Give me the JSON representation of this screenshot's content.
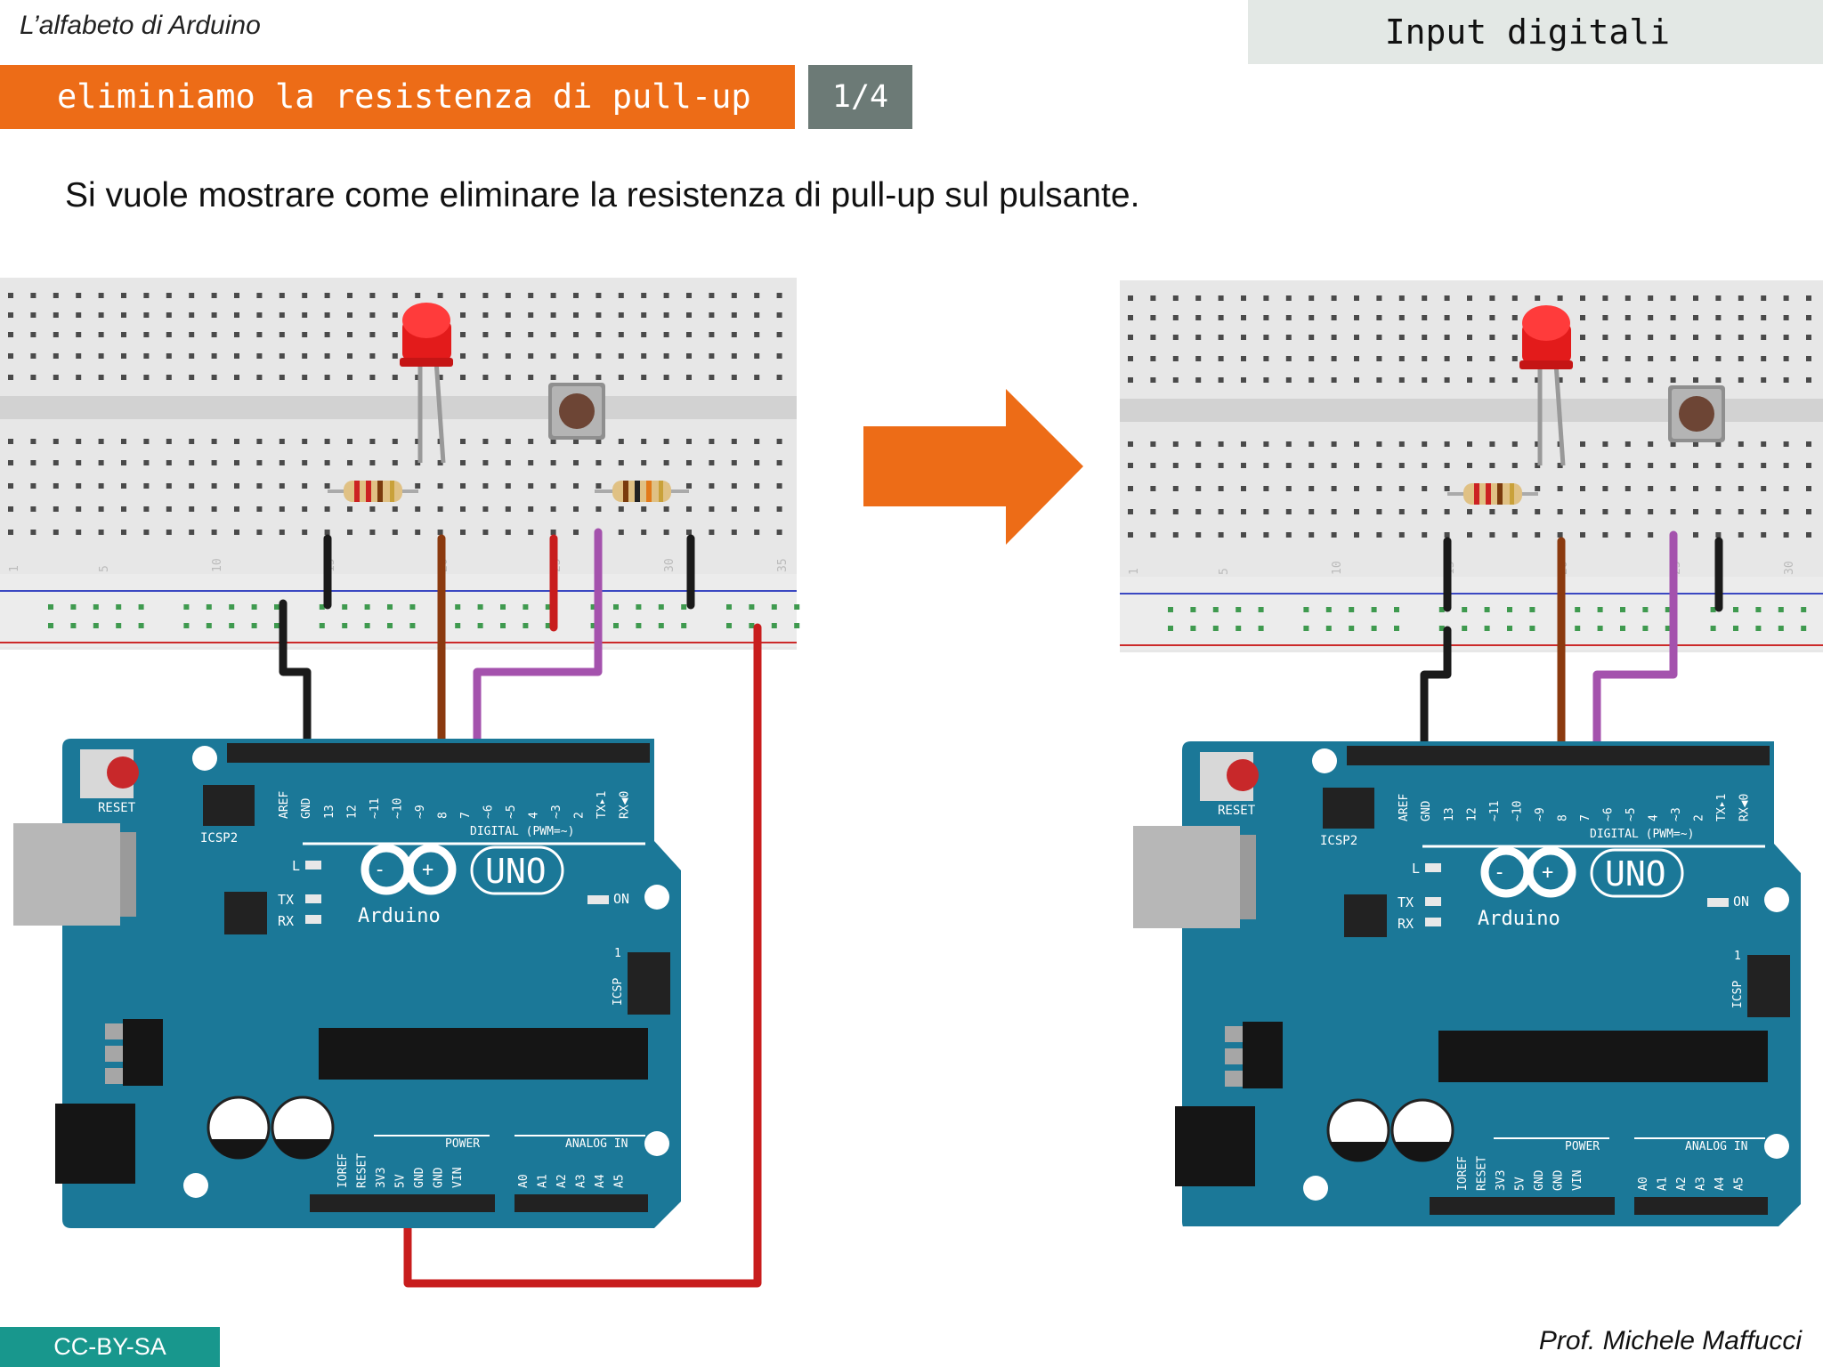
{
  "header": {
    "series_title": "L’alfabeto di Arduino",
    "topic": "Input digitali",
    "slide_title": "eliminiamo la resistenza di pull-up",
    "page": "1/4"
  },
  "lead_text": "Si vuole mostrare come eliminare la resistenza di pull-up sul pulsante.",
  "board": {
    "reset": "RESET",
    "icsp2": "ICSP2",
    "aref": "AREF",
    "gnd": "GND",
    "pins": [
      "13",
      "12",
      "~11",
      "~10",
      "~9",
      "8",
      "7",
      "~6",
      "~5",
      "4",
      "~3",
      "2",
      "TX▸1",
      "RX◀0"
    ],
    "digital": "DIGITAL (PWM=~)",
    "led_l": "L",
    "tx": "TX",
    "rx": "RX",
    "uno": "UNO",
    "brand": "Arduino",
    "on": "ON",
    "icsp": "ICSP",
    "icsp_pin1": "1",
    "power": "POWER",
    "analog": "ANALOG IN",
    "power_pins": [
      "IOREF",
      "RESET",
      "3V3",
      "5V",
      "GND",
      "GND",
      "VIN"
    ],
    "analog_pins": [
      "A0",
      "A1",
      "A2",
      "A3",
      "A4",
      "A5"
    ]
  },
  "breadboard": {
    "left_numbers": [
      "1",
      "5",
      "10",
      "15",
      "20",
      "25",
      "30",
      "35"
    ],
    "right_numbers": [
      "1",
      "5",
      "10",
      "15",
      "20",
      "25",
      "30"
    ]
  },
  "colors": {
    "accent": "#ed6c17",
    "page_box": "#6c7a76",
    "topic_box": "#e3e8e5",
    "license_box": "#18978d",
    "arduino_blue": "#1b7898",
    "wire_black": "#1a1a1a",
    "wire_brown": "#8b3a0f",
    "wire_red": "#c81d1d",
    "wire_purple": "#a452ad"
  },
  "icons": [
    "arrow-right-icon",
    "led-icon",
    "pushbutton-icon",
    "resistor-icon",
    "usb-port-icon",
    "barrel-jack-icon"
  ],
  "footer": {
    "license": "CC-BY-SA",
    "author": "Prof. Michele Maffucci"
  }
}
